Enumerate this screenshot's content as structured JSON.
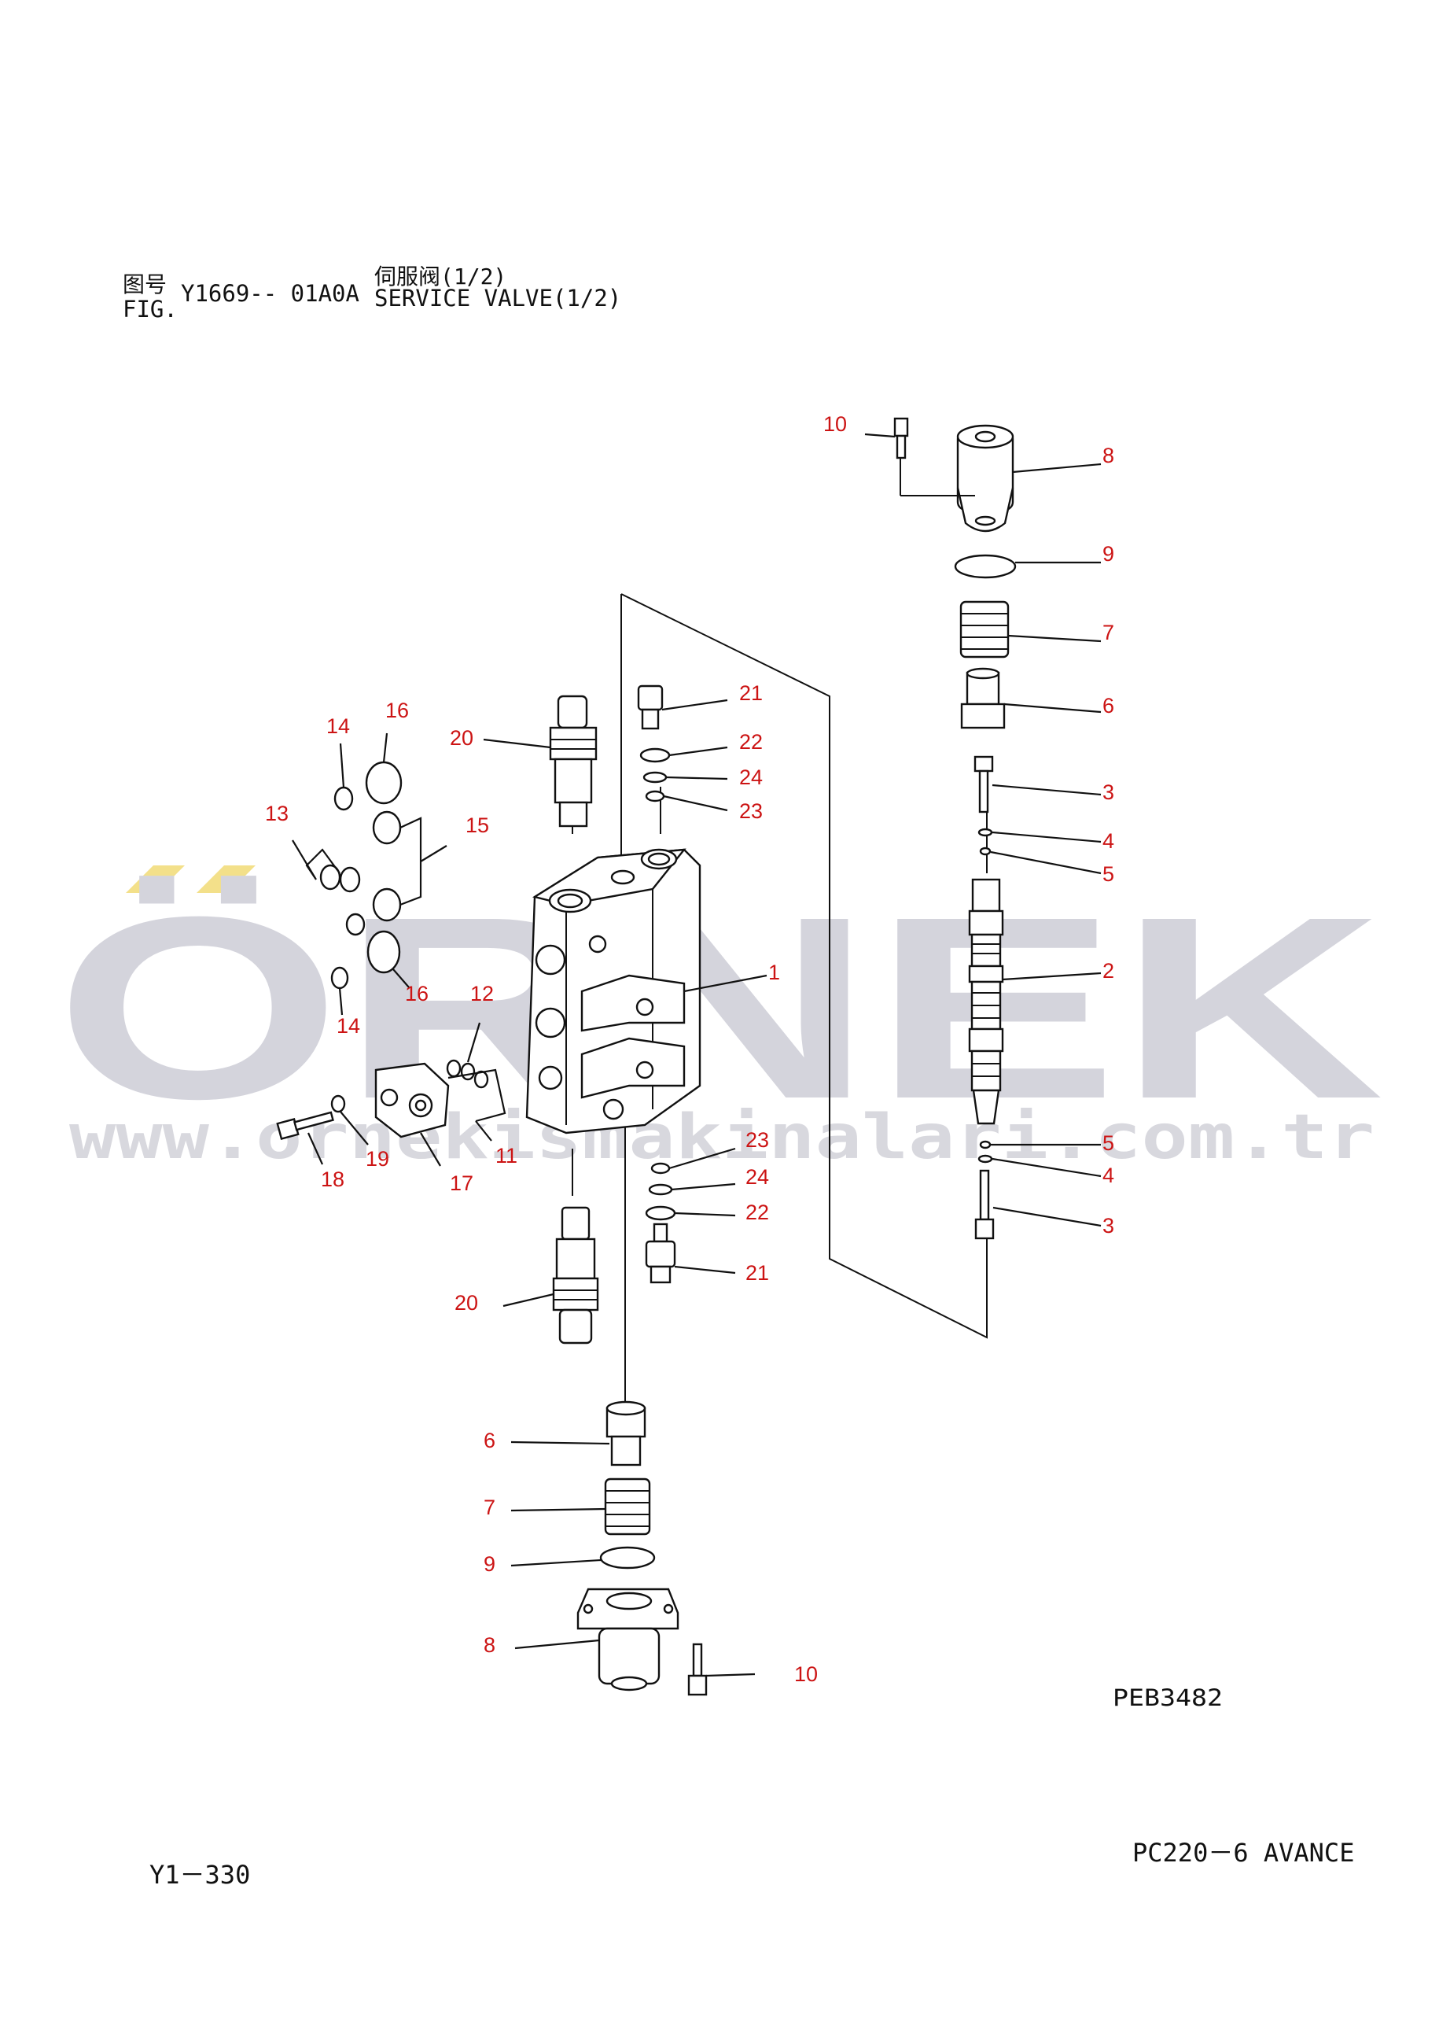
{
  "header": {
    "fig_label_cn": "图号",
    "fig_label_en": "FIG.",
    "fig_number": "Y1669-- 01A0A",
    "title_cn": "伺服阀(1/2)",
    "title_en": "SERVICE VALVE(1/2)"
  },
  "drawing_code": "PEB3482",
  "footer": {
    "page_number": "Y1－330",
    "model": "PC220－6 AVANCE"
  },
  "watermark": {
    "brand": "ÖRNEK",
    "url": "www.ornekismakinalari.com.tr"
  },
  "callouts": [
    "10",
    "8",
    "9",
    "7",
    "6",
    "3",
    "4",
    "5",
    "2",
    "5",
    "4",
    "3",
    "21",
    "22",
    "24",
    "23",
    "20",
    "16",
    "14",
    "15",
    "13",
    "16",
    "14",
    "12",
    "1",
    "11",
    "19",
    "18",
    "17",
    "23",
    "24",
    "22",
    "21",
    "20",
    "6",
    "7",
    "9",
    "8",
    "10"
  ],
  "colors": {
    "callout": "#cc1414",
    "line": "#111111",
    "watermark": "#d4d4dc",
    "watermark_accent": "#f3e08a"
  }
}
